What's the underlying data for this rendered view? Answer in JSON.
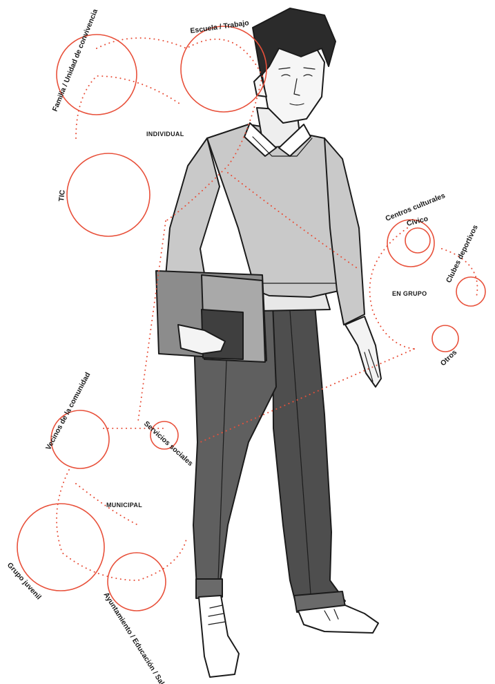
{
  "groups": {
    "top": {
      "caption": "INDIVIDUAL",
      "labels": {
        "family": "Familia / Unidad de convivencia",
        "school": "Escuela / Trabajo",
        "tic": "TIC"
      }
    },
    "right": {
      "caption": "EN GRUPO",
      "labels": {
        "cultural": "Centros culturales",
        "civic": "Cívico",
        "sports": "Clubes deportivos",
        "other": "Otros"
      }
    },
    "bottom": {
      "caption": "MUNICIPAL",
      "labels": {
        "community": "Vecinos de la comunidad",
        "social": "Servicios sociales",
        "youth": "Grupo juvenil",
        "services": "Ayuntamiento / Educación / Salud"
      }
    }
  },
  "colors": {
    "accent": "#e8503a",
    "ink": "#1b1b1b",
    "sweater": "#c9c9c9",
    "trousers": "#5f5f5f",
    "book": "#7a7a7a"
  },
  "figure": {
    "icon": "teen-with-books-illustration"
  }
}
